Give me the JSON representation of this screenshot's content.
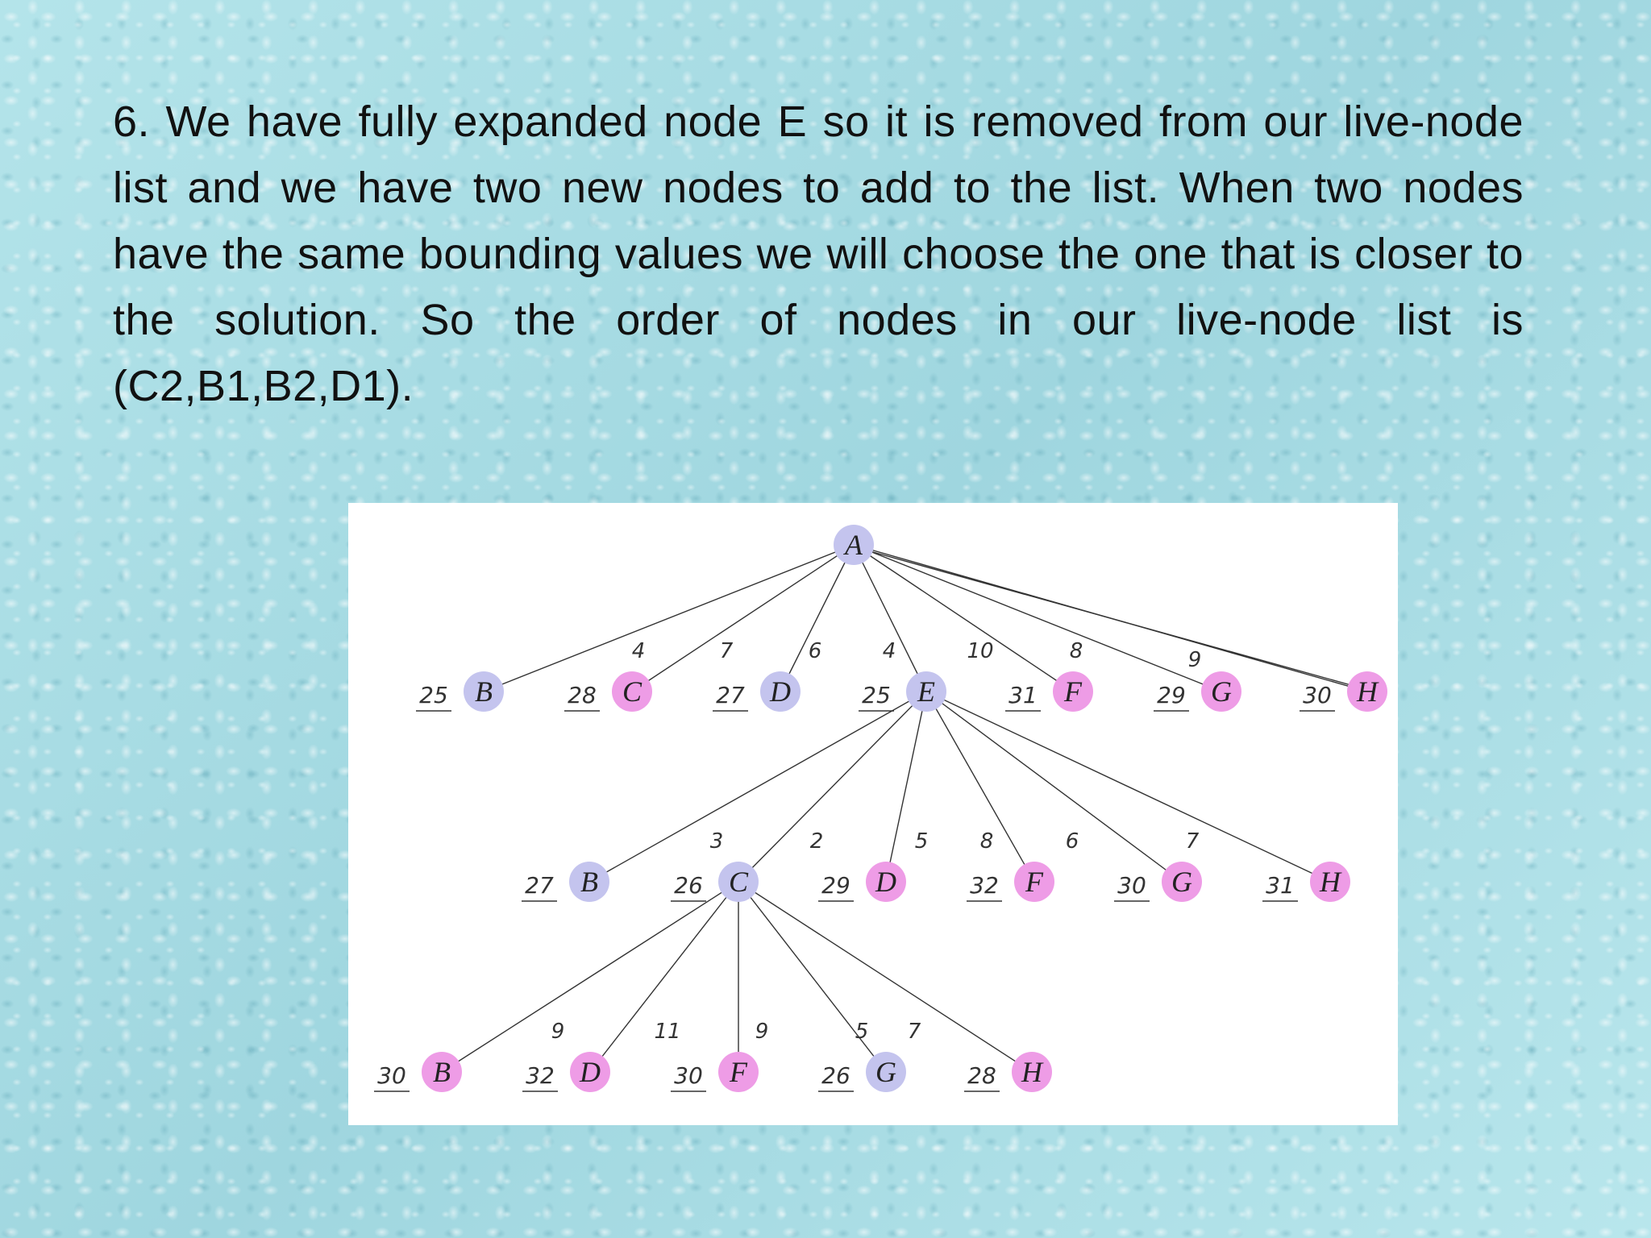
{
  "slide": {
    "text": "6. We have fully expanded node E so it is removed from our live-node list and we  have two new nodes to add to the list. When two nodes have the same bounding  values we will choose the one that is closer to the solution. So the order of nodes in  our live-node list is (C2,B1,B2,D1)."
  },
  "colors": {
    "blue_node": "#c4c4ee",
    "pink_node": "#ee9ce6",
    "edge": "#333333"
  },
  "tree": {
    "root": {
      "label": "A",
      "color": "blue"
    },
    "level1": [
      {
        "label": "B",
        "bound": "25",
        "cost": "",
        "color": "blue"
      },
      {
        "label": "C",
        "bound": "28",
        "cost": "4",
        "color": "pink"
      },
      {
        "label": "D",
        "bound": "27",
        "cost": "7",
        "color": "blue"
      },
      {
        "label": "E",
        "bound": "25",
        "cost": "6",
        "color": "blue"
      },
      {
        "label": "F",
        "bound": "31",
        "cost": "4",
        "color": "pink"
      },
      {
        "label": "G",
        "bound": "29",
        "cost": "10",
        "color": "pink"
      },
      {
        "label": "H",
        "bound": "30",
        "cost": "8",
        "color": "pink"
      }
    ],
    "level1_extra_cost": "9",
    "level2": [
      {
        "label": "B",
        "bound": "27",
        "cost": "3",
        "color": "blue"
      },
      {
        "label": "C",
        "bound": "26",
        "cost": "2",
        "color": "blue"
      },
      {
        "label": "D",
        "bound": "29",
        "cost": "5",
        "color": "pink"
      },
      {
        "label": "F",
        "bound": "32",
        "cost": "8",
        "color": "pink"
      },
      {
        "label": "G",
        "bound": "30",
        "cost": "6",
        "color": "pink"
      },
      {
        "label": "H",
        "bound": "31",
        "cost": "7",
        "color": "pink"
      }
    ],
    "level3": [
      {
        "label": "B",
        "bound": "30",
        "cost": "9",
        "color": "pink"
      },
      {
        "label": "D",
        "bound": "32",
        "cost": "11",
        "color": "pink"
      },
      {
        "label": "F",
        "bound": "30",
        "cost": "9",
        "color": "pink"
      },
      {
        "label": "G",
        "bound": "26",
        "cost": "5",
        "color": "blue"
      },
      {
        "label": "H",
        "bound": "28",
        "cost": "7",
        "color": "pink"
      }
    ]
  }
}
